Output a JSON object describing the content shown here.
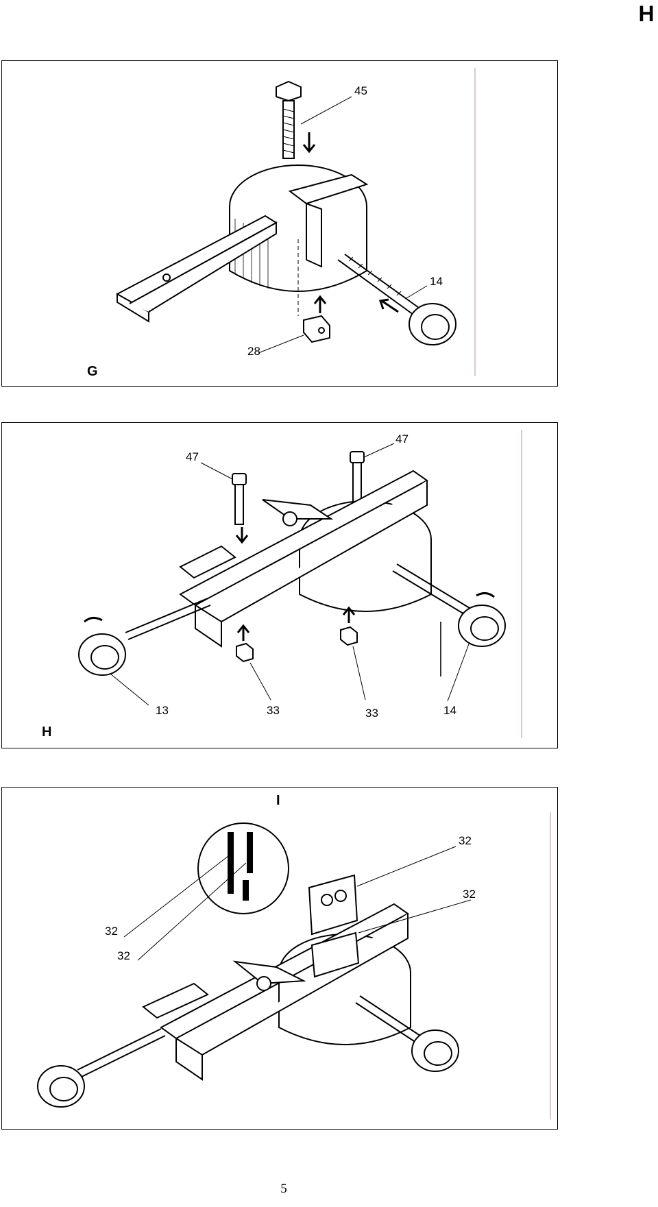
{
  "header": {
    "section_letter": "H"
  },
  "figures": {
    "g": {
      "letter": "G",
      "callouts": [
        "45",
        "14",
        "28"
      ]
    },
    "h": {
      "letter": "H",
      "callouts": [
        "47",
        "47",
        "13",
        "33",
        "33",
        "14"
      ]
    },
    "i": {
      "letter": "I",
      "callouts": [
        "32",
        "32",
        "32",
        "32"
      ]
    }
  },
  "footer": {
    "page_number": "5"
  },
  "colors": {
    "ink": "#000000",
    "margin_rule": "#c9a3a3",
    "paper": "#ffffff"
  }
}
